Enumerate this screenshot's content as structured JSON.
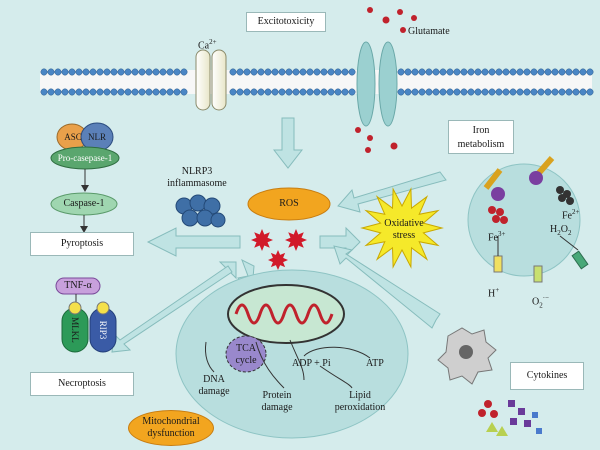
{
  "labels": {
    "excitotoxicity": "Excitotoxicity",
    "glutamate": "Glutamate",
    "calcium": "Ca",
    "calcium_sup": "2+",
    "iron_metabolism_line1": "Iron",
    "iron_metabolism_line2": "metabolism",
    "asc": "ASC",
    "nlr": "NLR",
    "pro_caspase": "Pro-casepase-1",
    "caspase": "Caspase-1",
    "pyroptosis": "Pyroptosis",
    "nlrp3_line1": "NLRP3",
    "nlrp3_line2": "inflammasome",
    "ros": "ROS",
    "oxidative_line1": "Oxidative",
    "oxidative_line2": "stress",
    "tnf": "TNF-α",
    "mlkl": "MLKL",
    "rip3": "RIP3",
    "necroptosis": "Necroptosis",
    "tca_line1": "TCA",
    "tca_line2": "cycle",
    "adp": "ADP + Pi",
    "atp": "ATP",
    "dna_line1": "DNA",
    "dna_line2": "damage",
    "protein_line1": "Protein",
    "protein_line2": "damage",
    "lipid_line1": "Lipid",
    "lipid_line2": "peroxidation",
    "mito_line1": "Mitochondrial",
    "mito_line2": "dysfunction",
    "cytokines": "Cytokines",
    "fe2": "Fe",
    "fe2_sup": "2+",
    "fe3": "Fe",
    "fe3_sup": "3+",
    "h2o2": "H",
    "h2o2_sub1": "2",
    "h2o2_mid": "O",
    "h2o2_sub2": "2",
    "h_plus": "H",
    "h_plus_sup": "+",
    "o2": "O",
    "o2_sub": "2",
    "o2_sup": "·−"
  },
  "colors": {
    "background": "#d5ecec",
    "membrane_head": "#4a86c5",
    "arrow_fill": "#bfe3e3",
    "arrow_stroke": "#86bcbc",
    "ros_fill": "#f2a51f",
    "oxidative_fill": "#f5e92a",
    "red_particle": "#c0222c",
    "mito_fill": "#c7e7d2",
    "cell_fill": "#b8dede"
  }
}
